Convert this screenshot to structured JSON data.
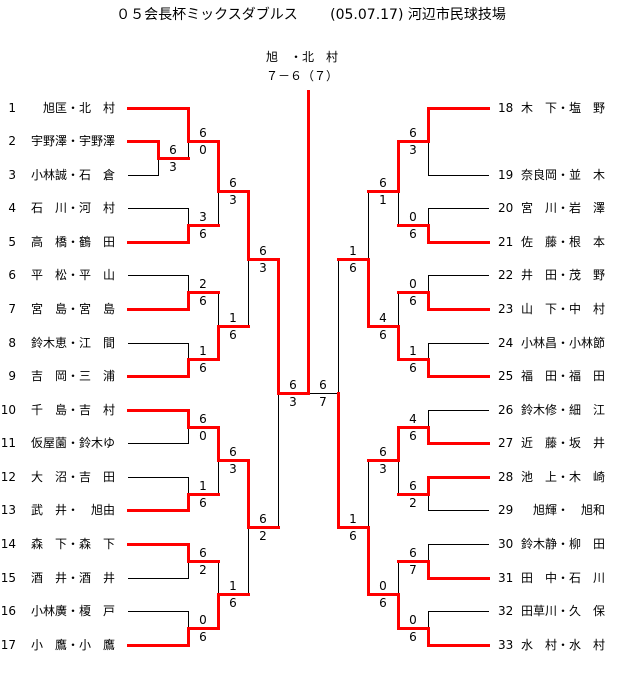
{
  "page_title": "０５会長杯ミックスダブルス　　 (05.07.17) 河辺市民球技場",
  "champion": {
    "name": "旭　・北　村",
    "final_score": "７－６（７）"
  },
  "colors": {
    "winner_line": "#ff0000",
    "line": "#000000",
    "text": "#000000",
    "background": "#ffffff"
  },
  "final": {
    "left": "L-4",
    "right": "R-4",
    "winner": "left"
  },
  "left": {
    "entries": [
      {
        "seed": "1",
        "name": "　旭匡・北　村"
      },
      {
        "seed": "2",
        "name": "宇野澤・宇野澤"
      },
      {
        "seed": "3",
        "name": "小林誠・石　倉"
      },
      {
        "seed": "4",
        "name": "石　川・河　村"
      },
      {
        "seed": "5",
        "name": "高　橋・鶴　田"
      },
      {
        "seed": "6",
        "name": "平　松・平　山"
      },
      {
        "seed": "7",
        "name": "宮　島・宮　島"
      },
      {
        "seed": "8",
        "name": "鈴木恵・江　間"
      },
      {
        "seed": "9",
        "name": "吉　岡・三　浦"
      },
      {
        "seed": "10",
        "name": "千　島・吉　村"
      },
      {
        "seed": "11",
        "name": "仮屋薗・鈴木ゆ"
      },
      {
        "seed": "12",
        "name": "大　沼・吉　田"
      },
      {
        "seed": "13",
        "name": "武　井・　旭由"
      },
      {
        "seed": "14",
        "name": "森　下・森　下"
      },
      {
        "seed": "15",
        "name": "酒　井・酒　井"
      },
      {
        "seed": "16",
        "name": "小林廣・榎　戸"
      },
      {
        "seed": "17",
        "name": "小　鷹・小　鷹"
      }
    ],
    "matches": [
      {
        "id": "L-P",
        "round": 0,
        "top": {
          "entry": "2"
        },
        "bottom": {
          "entry": "3"
        },
        "score": [
          "6",
          "3"
        ],
        "winner": "top"
      },
      {
        "id": "L-1A",
        "round": 1,
        "top": {
          "entry": "1"
        },
        "bottom": {
          "match": "L-P"
        },
        "score": [
          "6",
          "0"
        ],
        "winner": "top"
      },
      {
        "id": "L-1B",
        "round": 1,
        "top": {
          "entry": "4"
        },
        "bottom": {
          "entry": "5"
        },
        "score": [
          "3",
          "6"
        ],
        "winner": "bottom"
      },
      {
        "id": "L-1C",
        "round": 1,
        "top": {
          "entry": "6"
        },
        "bottom": {
          "entry": "7"
        },
        "score": [
          "2",
          "6"
        ],
        "winner": "bottom"
      },
      {
        "id": "L-1D",
        "round": 1,
        "top": {
          "entry": "8"
        },
        "bottom": {
          "entry": "9"
        },
        "score": [
          "1",
          "6"
        ],
        "winner": "bottom"
      },
      {
        "id": "L-1E",
        "round": 1,
        "top": {
          "entry": "10"
        },
        "bottom": {
          "entry": "11"
        },
        "score": [
          "6",
          "0"
        ],
        "winner": "top"
      },
      {
        "id": "L-1F",
        "round": 1,
        "top": {
          "entry": "12"
        },
        "bottom": {
          "entry": "13"
        },
        "score": [
          "1",
          "6"
        ],
        "winner": "bottom"
      },
      {
        "id": "L-1G",
        "round": 1,
        "top": {
          "entry": "14"
        },
        "bottom": {
          "entry": "15"
        },
        "score": [
          "6",
          "2"
        ],
        "winner": "top"
      },
      {
        "id": "L-1H",
        "round": 1,
        "top": {
          "entry": "16"
        },
        "bottom": {
          "entry": "17"
        },
        "score": [
          "0",
          "6"
        ],
        "winner": "bottom"
      },
      {
        "id": "L-2A",
        "round": 2,
        "top": {
          "match": "L-1A"
        },
        "bottom": {
          "match": "L-1B"
        },
        "score": [
          "6",
          "3"
        ],
        "winner": "top"
      },
      {
        "id": "L-2B",
        "round": 2,
        "top": {
          "match": "L-1C"
        },
        "bottom": {
          "match": "L-1D"
        },
        "score": [
          "1",
          "6"
        ],
        "winner": "bottom"
      },
      {
        "id": "L-2C",
        "round": 2,
        "top": {
          "match": "L-1E"
        },
        "bottom": {
          "match": "L-1F"
        },
        "score": [
          "6",
          "3"
        ],
        "winner": "top"
      },
      {
        "id": "L-2D",
        "round": 2,
        "top": {
          "match": "L-1G"
        },
        "bottom": {
          "match": "L-1H"
        },
        "score": [
          "1",
          "6"
        ],
        "winner": "bottom"
      },
      {
        "id": "L-3A",
        "round": 3,
        "top": {
          "match": "L-2A"
        },
        "bottom": {
          "match": "L-2B"
        },
        "score": [
          "6",
          "3"
        ],
        "winner": "top"
      },
      {
        "id": "L-3B",
        "round": 3,
        "top": {
          "match": "L-2C"
        },
        "bottom": {
          "match": "L-2D"
        },
        "score": [
          "6",
          "2"
        ],
        "winner": "top"
      },
      {
        "id": "L-4",
        "round": 4,
        "top": {
          "match": "L-3A"
        },
        "bottom": {
          "match": "L-3B"
        },
        "score": [
          "6",
          "3"
        ],
        "winner": "top"
      }
    ]
  },
  "right": {
    "entries": [
      {
        "seed": "18",
        "name": "木　下・塩　野"
      },
      {
        "seed": "19",
        "name": "奈良岡・並　木"
      },
      {
        "seed": "20",
        "name": "宮　川・岩　澤"
      },
      {
        "seed": "21",
        "name": "佐　藤・根　本"
      },
      {
        "seed": "22",
        "name": "井　田・茂　野"
      },
      {
        "seed": "23",
        "name": "山　下・中　村"
      },
      {
        "seed": "24",
        "name": "小林昌・小林節"
      },
      {
        "seed": "25",
        "name": "福　田・福　田"
      },
      {
        "seed": "26",
        "name": "鈴木修・細　江"
      },
      {
        "seed": "27",
        "name": "近　藤・坂　井"
      },
      {
        "seed": "28",
        "name": "池　上・木　崎"
      },
      {
        "seed": "29",
        "name": "　旭輝・　旭和"
      },
      {
        "seed": "30",
        "name": "鈴木静・柳　田"
      },
      {
        "seed": "31",
        "name": "田　中・石　川"
      },
      {
        "seed": "32",
        "name": "田草川・久　保"
      },
      {
        "seed": "33",
        "name": "水　村・水　村"
      }
    ],
    "matches": [
      {
        "id": "R-1A",
        "round": 1,
        "top": {
          "entry": "18"
        },
        "bottom": {
          "entry": "19"
        },
        "score": [
          "6",
          "3"
        ],
        "winner": "top"
      },
      {
        "id": "R-1B",
        "round": 1,
        "top": {
          "entry": "20"
        },
        "bottom": {
          "entry": "21"
        },
        "score": [
          "0",
          "6"
        ],
        "winner": "bottom"
      },
      {
        "id": "R-1C",
        "round": 1,
        "top": {
          "entry": "22"
        },
        "bottom": {
          "entry": "23"
        },
        "score": [
          "0",
          "6"
        ],
        "winner": "bottom"
      },
      {
        "id": "R-1D",
        "round": 1,
        "top": {
          "entry": "24"
        },
        "bottom": {
          "entry": "25"
        },
        "score": [
          "1",
          "6"
        ],
        "winner": "bottom"
      },
      {
        "id": "R-1E",
        "round": 1,
        "top": {
          "entry": "26"
        },
        "bottom": {
          "entry": "27"
        },
        "score": [
          "4",
          "6"
        ],
        "winner": "bottom"
      },
      {
        "id": "R-1F",
        "round": 1,
        "top": {
          "entry": "28"
        },
        "bottom": {
          "entry": "29"
        },
        "score": [
          "6",
          "2"
        ],
        "winner": "top"
      },
      {
        "id": "R-1G",
        "round": 1,
        "top": {
          "entry": "30"
        },
        "bottom": {
          "entry": "31"
        },
        "score": [
          "6",
          "7"
        ],
        "winner": "bottom"
      },
      {
        "id": "R-1H",
        "round": 1,
        "top": {
          "entry": "32"
        },
        "bottom": {
          "entry": "33"
        },
        "score": [
          "0",
          "6"
        ],
        "winner": "bottom"
      },
      {
        "id": "R-2A",
        "round": 2,
        "top": {
          "match": "R-1A"
        },
        "bottom": {
          "match": "R-1B"
        },
        "score": [
          "6",
          "1"
        ],
        "winner": "top"
      },
      {
        "id": "R-2B",
        "round": 2,
        "top": {
          "match": "R-1C"
        },
        "bottom": {
          "match": "R-1D"
        },
        "score": [
          "4",
          "6"
        ],
        "winner": "bottom"
      },
      {
        "id": "R-2C",
        "round": 2,
        "top": {
          "match": "R-1E"
        },
        "bottom": {
          "match": "R-1F"
        },
        "score": [
          "6",
          "3"
        ],
        "winner": "top"
      },
      {
        "id": "R-2D",
        "round": 2,
        "top": {
          "match": "R-1G"
        },
        "bottom": {
          "match": "R-1H"
        },
        "score": [
          "0",
          "6"
        ],
        "winner": "bottom"
      },
      {
        "id": "R-3A",
        "round": 3,
        "top": {
          "match": "R-2A"
        },
        "bottom": {
          "match": "R-2B"
        },
        "score": [
          "1",
          "6"
        ],
        "winner": "bottom"
      },
      {
        "id": "R-3B",
        "round": 3,
        "top": {
          "match": "R-2C"
        },
        "bottom": {
          "match": "R-2D"
        },
        "score": [
          "1",
          "6"
        ],
        "winner": "bottom"
      },
      {
        "id": "R-4",
        "round": 4,
        "top": {
          "match": "R-3A"
        },
        "bottom": {
          "match": "R-3B"
        },
        "score": [
          "6",
          "7"
        ],
        "winner": "bottom"
      }
    ]
  }
}
